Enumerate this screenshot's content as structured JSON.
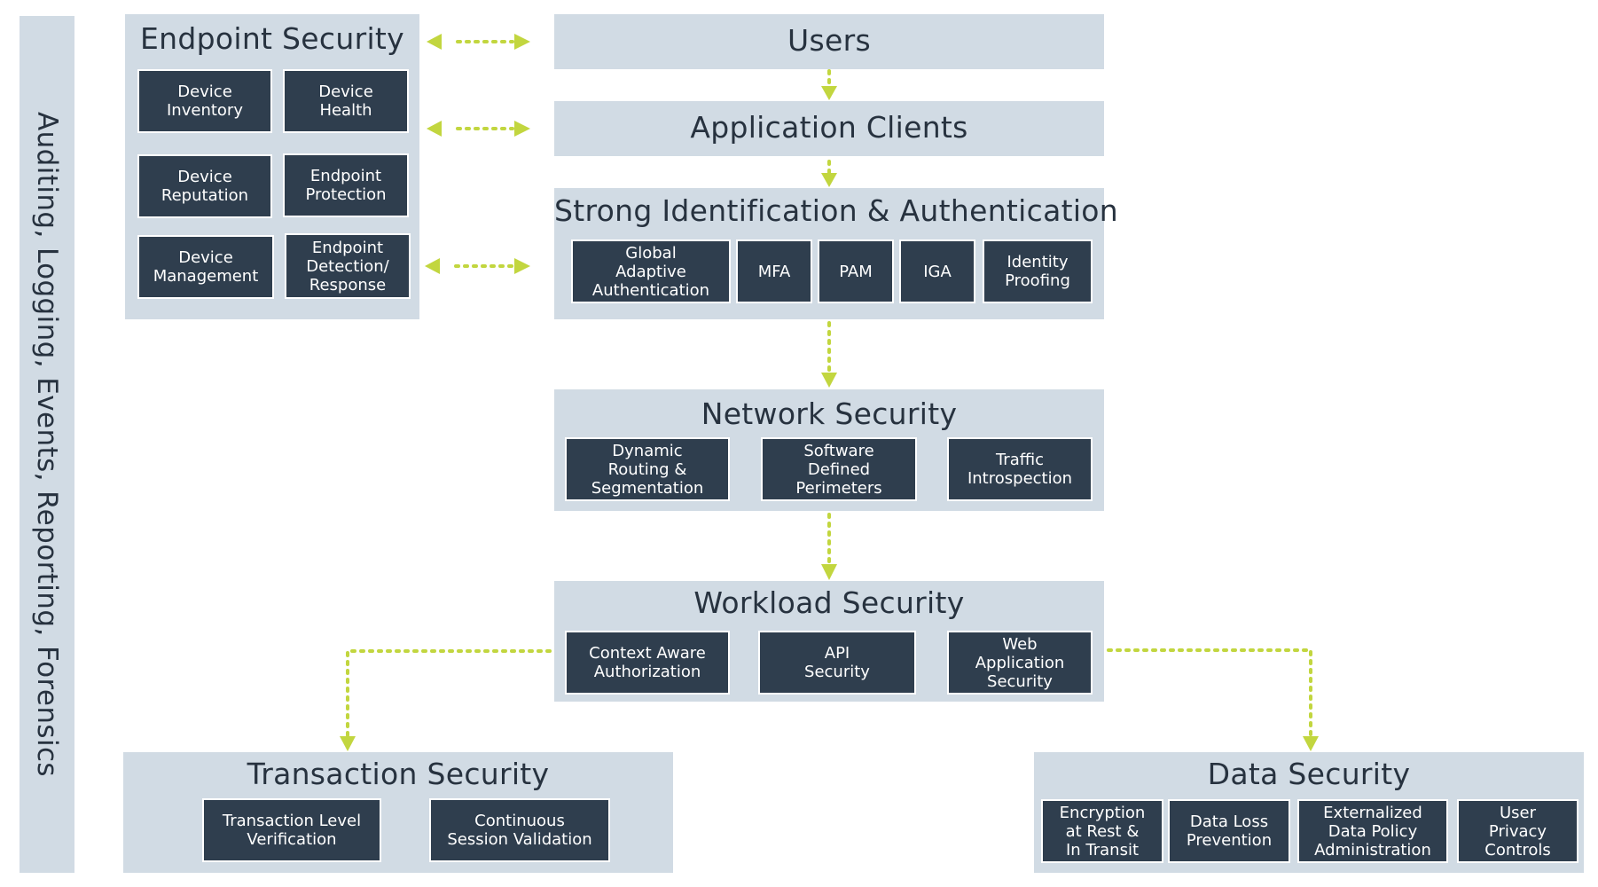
{
  "colors": {
    "panel": "#d1dbe4",
    "box": "#2f3e4e",
    "text_dark": "#27323f",
    "connector": "#c2d63f"
  },
  "side_label": "Auditing, Logging, Events, Reporting, Forensics",
  "endpoint": {
    "title": "Endpoint Security",
    "items": [
      "Device\nInventory",
      "Device\nHealth",
      "Device\nReputation",
      "Endpoint\nProtection",
      "Device\nManagement",
      "Endpoint\nDetection/\nResponse"
    ]
  },
  "users": {
    "title": "Users"
  },
  "app_clients": {
    "title": "Application Clients"
  },
  "identity": {
    "title": "Strong Identification & Authentication",
    "items": [
      "Global\nAdaptive\nAuthentication",
      "MFA",
      "PAM",
      "IGA",
      "Identity\nProofing"
    ]
  },
  "network": {
    "title": "Network Security",
    "items": [
      "Dynamic\nRouting &\nSegmentation",
      "Software\nDefined\nPerimeters",
      "Traffic\nIntrospection"
    ]
  },
  "workload": {
    "title": "Workload Security",
    "items": [
      "Context Aware\nAuthorization",
      "API\nSecurity",
      "Web\nApplication\nSecurity"
    ]
  },
  "transaction": {
    "title": "Transaction Security",
    "items": [
      "Transaction Level\nVerification",
      "Continuous\nSession Validation"
    ]
  },
  "data_security": {
    "title": "Data Security",
    "items": [
      "Encryption\nat Rest &\nIn Transit",
      "Data Loss\nPrevention",
      "Externalized\nData Policy\nAdministration",
      "User\nPrivacy\nControls"
    ]
  }
}
